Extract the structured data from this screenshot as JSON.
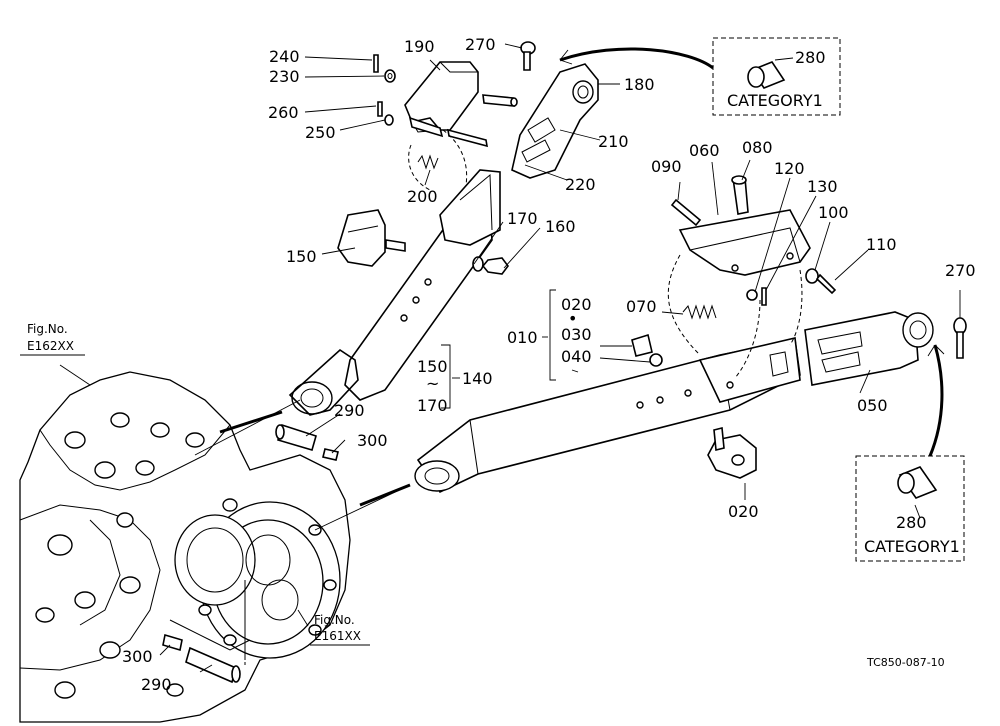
{
  "diagram": {
    "drawing_code": "TC850-087-10",
    "parts": [
      {
        "no": "240"
      },
      {
        "no": "230"
      },
      {
        "no": "190"
      },
      {
        "no": "270"
      },
      {
        "no": "260"
      },
      {
        "no": "250"
      },
      {
        "no": "180"
      },
      {
        "no": "210"
      },
      {
        "no": "220"
      },
      {
        "no": "200"
      },
      {
        "no": "170"
      },
      {
        "no": "160"
      },
      {
        "no": "150"
      },
      {
        "no": "090"
      },
      {
        "no": "060"
      },
      {
        "no": "080"
      },
      {
        "no": "120"
      },
      {
        "no": "130"
      },
      {
        "no": "100"
      },
      {
        "no": "110"
      },
      {
        "no": "070"
      },
      {
        "no": "050"
      },
      {
        "no": "290"
      },
      {
        "no": "300"
      },
      {
        "no": "020"
      }
    ],
    "group_010": {
      "label": "010",
      "items": [
        "020",
        "030",
        "040"
      ],
      "dot": "•"
    },
    "group_140": {
      "label": "140",
      "from": "150",
      "tilde": "~",
      "to": "170"
    },
    "category_boxes": [
      {
        "part_no": "280",
        "label": "CATEGORY1"
      },
      {
        "part_no": "280",
        "label": "CATEGORY1"
      }
    ],
    "fig_refs": [
      {
        "prefix": "Fig.No.",
        "code": "E162XX"
      },
      {
        "prefix": "Fig.No.",
        "code": "E161XX"
      }
    ],
    "second_labels": {
      "270": "270",
      "290": "290",
      "300": "300"
    }
  }
}
